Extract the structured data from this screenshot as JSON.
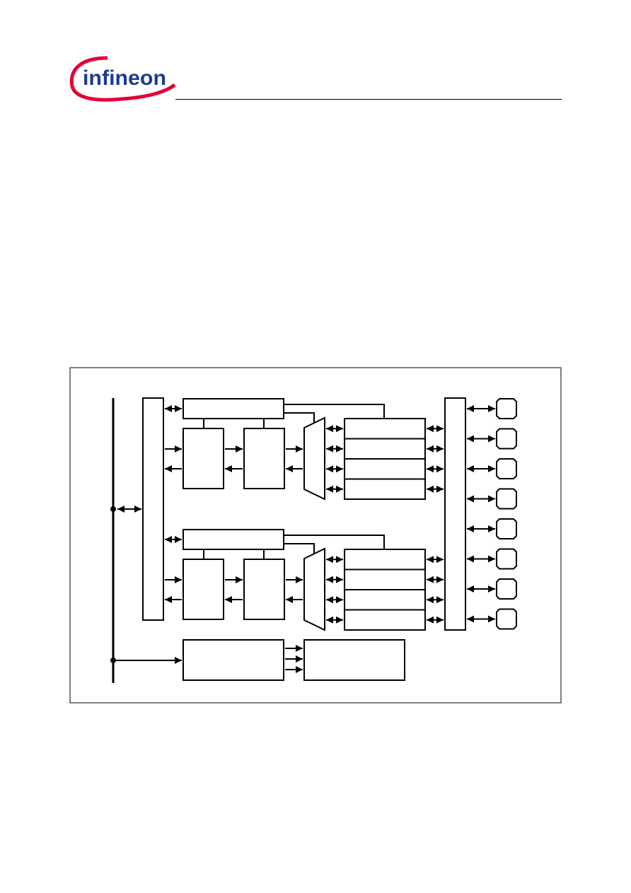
{
  "page": {
    "brand": {
      "logo_text": "infineon",
      "logo_red": "#e30034",
      "logo_blue": "#1d3c8f"
    }
  },
  "diagram": {
    "figure_title": "",
    "caption": "",
    "groups": 2,
    "registers_per_group": 4,
    "port_pins": 8,
    "line_color": "#000000",
    "background": "#ffffff"
  }
}
